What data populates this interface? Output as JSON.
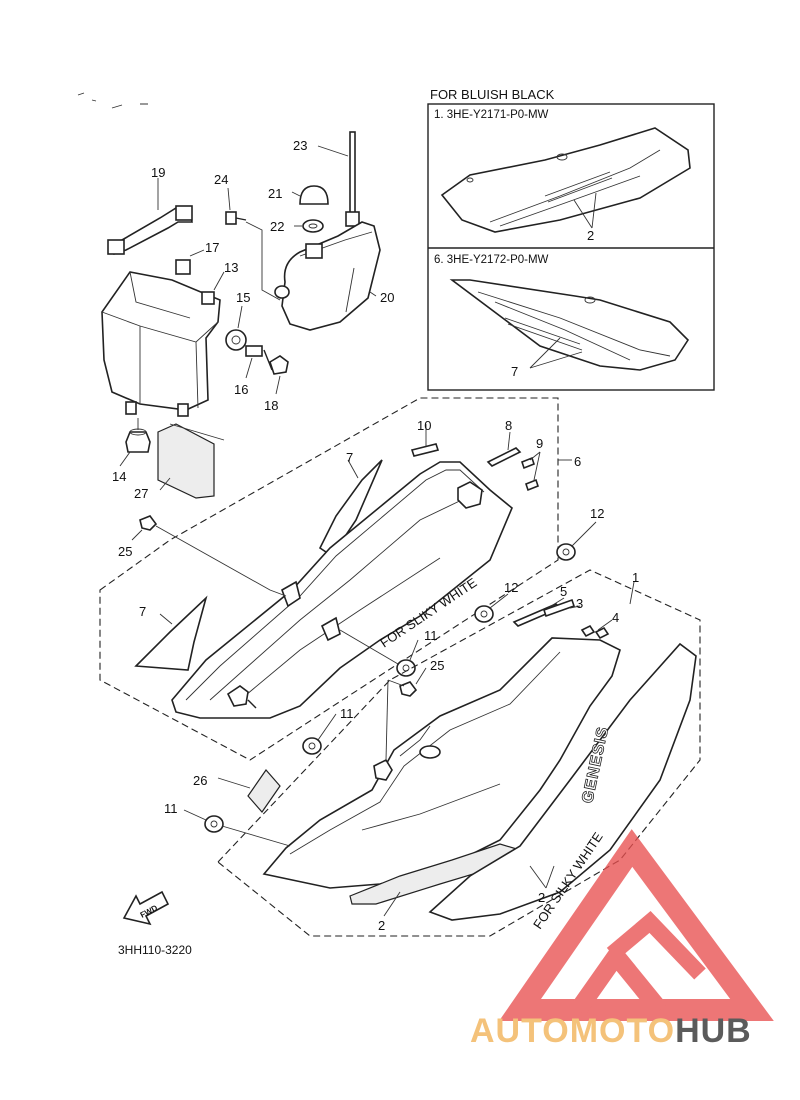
{
  "inset": {
    "header": "FOR BLUISH BLACK",
    "box1_label": "1. 3HE-Y2171-P0-MW",
    "box2_label": "6. 3HE-Y2172-P0-MW",
    "box1_callout": "2",
    "box2_callout": "7"
  },
  "notes": {
    "silky_white_1": "FOR SLIKY WHITE",
    "silky_white_2": "FOR SILKY WHITE"
  },
  "decal_text": "GENESIS",
  "find_label": "FWD",
  "diagram_code": "3HH110-3220",
  "watermark": {
    "part1": "AUTOMOTO",
    "part2": "HUB",
    "color1": "#f4c27a",
    "color2": "#5b5b5b",
    "logo_color": "#e85050"
  },
  "labels": {
    "n23": "23",
    "n19": "19",
    "n24": "24",
    "n21": "21",
    "n22": "22",
    "n20": "20",
    "n17": "17",
    "n13": "13",
    "n15": "15",
    "n16": "16",
    "n18": "18",
    "n14": "14",
    "n27": "27",
    "n10": "10",
    "n8": "8",
    "n9": "9",
    "n6": "6",
    "n7a": "7",
    "n12a": "12",
    "n25a": "25",
    "n7b": "7",
    "n11a": "11",
    "n25b": "25",
    "n11b": "11",
    "n12b": "12",
    "n5": "5",
    "n3": "3",
    "n4": "4",
    "n1": "1",
    "n26": "26",
    "n11c": "11",
    "n2a": "2",
    "n2b": "2"
  }
}
